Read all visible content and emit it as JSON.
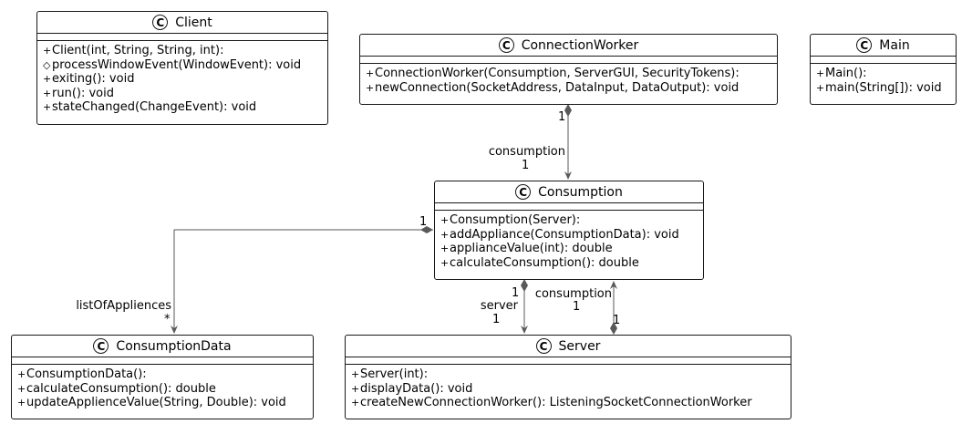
{
  "classes": {
    "client": {
      "name": "Client",
      "stereotype": "C",
      "members": [
        {
          "vis": "+",
          "text": "Client(int, String, String, int):"
        },
        {
          "vis": "◇",
          "text": "processWindowEvent(WindowEvent): void"
        },
        {
          "vis": "+",
          "text": "exiting(): void"
        },
        {
          "vis": "+",
          "text": "run(): void"
        },
        {
          "vis": "+",
          "text": "stateChanged(ChangeEvent): void"
        }
      ]
    },
    "connection_worker": {
      "name": "ConnectionWorker",
      "stereotype": "C",
      "members": [
        {
          "vis": "+",
          "text": "ConnectionWorker(Consumption, ServerGUI, SecurityTokens):"
        },
        {
          "vis": "+",
          "text": "newConnection(SocketAddress, DataInput, DataOutput): void"
        }
      ]
    },
    "main": {
      "name": "Main",
      "stereotype": "C",
      "members": [
        {
          "vis": "+",
          "text": "Main():"
        },
        {
          "vis": "+",
          "text": "main(String[]): void"
        }
      ]
    },
    "consumption": {
      "name": "Consumption",
      "stereotype": "C",
      "members": [
        {
          "vis": "+",
          "text": "Consumption(Server):"
        },
        {
          "vis": "+",
          "text": "addAppliance(ConsumptionData): void"
        },
        {
          "vis": "+",
          "text": "applianceValue(int): double"
        },
        {
          "vis": "+",
          "text": "calculateConsumption(): double"
        }
      ]
    },
    "consumption_data": {
      "name": "ConsumptionData",
      "stereotype": "C",
      "members": [
        {
          "vis": "+",
          "text": "ConsumptionData():"
        },
        {
          "vis": "+",
          "text": "calculateConsumption(): double"
        },
        {
          "vis": "+",
          "text": "updateApplienceValue(String, Double): void"
        }
      ]
    },
    "server": {
      "name": "Server",
      "stereotype": "C",
      "members": [
        {
          "vis": "+",
          "text": "Server(int):"
        },
        {
          "vis": "+",
          "text": "displayData(): void"
        },
        {
          "vis": "+",
          "text": "createNewConnectionWorker(): ListeningSocketConnectionWorker"
        }
      ]
    }
  },
  "edge_labels": {
    "cw_mult": "1",
    "cw_role": "consumption",
    "cw_role_mult": "1",
    "cd_mult": "1",
    "cd_role": "listOfAppliences",
    "cd_role_mult": "*",
    "srv_mult": "1",
    "srv_role": "server",
    "srv_role_mult": "1",
    "back_role": "consumption",
    "back_role_mult": "1",
    "back_mult": "1"
  },
  "colors": {
    "line": "#595959",
    "border": "#181818"
  }
}
